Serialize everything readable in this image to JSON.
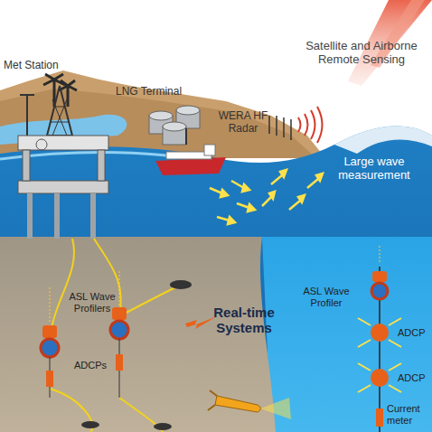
{
  "diagram": {
    "labels": [
      "Satellite and Airborne Remote Sensing",
      "Met Station",
      "LNG Terminal",
      "WERA HF Radar",
      "Large wave measurement",
      "ASL Wave Profilers",
      "Real-time Systems",
      "ADCPs",
      "ASL Wave Profiler",
      "ADCP",
      "ADCP",
      "Current meter"
    ]
  }
}
